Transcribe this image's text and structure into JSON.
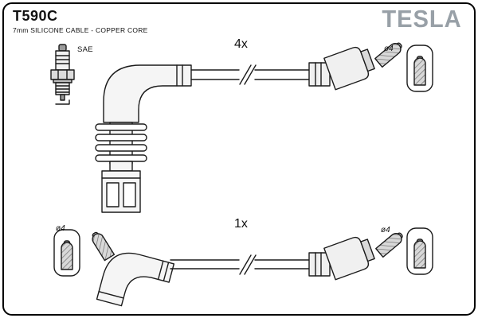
{
  "header": {
    "part_number": "T590C",
    "subtitle": "7mm SILICONE CABLE - COPPER CORE",
    "brand": "TESLA"
  },
  "labels": {
    "sae": "SAE",
    "qty_top": "4x",
    "qty_bottom": "1x",
    "dia_top_right": "ø4",
    "dia_bottom_left": "ø4",
    "dia_bottom_right": "ø4"
  },
  "drawings": {
    "spark_plug": "spark plug with SAE terminal",
    "coil_connector": "angled coil-end connector with suppressor fins and rectangular plug",
    "cable_top": "ignition cable, quantity 4, with angled spark plug boot",
    "cable_bottom": "ignition cable, quantity 1, with elbow boot and angled boot",
    "terminals": "4 mm crimp terminals (boxed and loose views)"
  },
  "colors": {
    "line": "#1b1b1b",
    "brand_gray": "#98a0a7",
    "background": "#ffffff"
  }
}
